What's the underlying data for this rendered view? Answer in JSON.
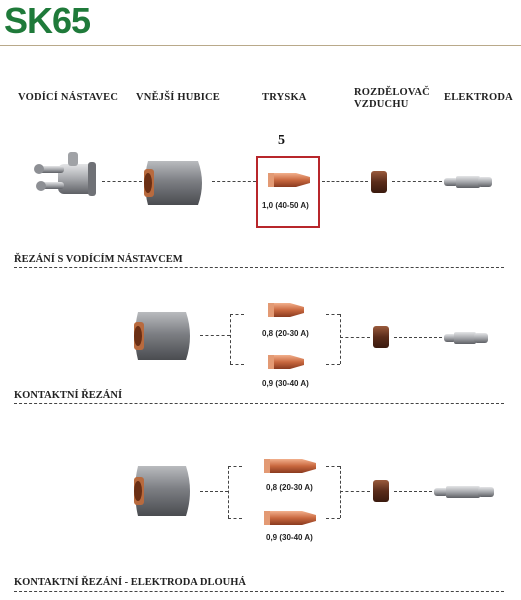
{
  "brand": "SK65",
  "headers": {
    "guide": "VODÍCÍ NÁSTAVEC",
    "outer_nozzle": "VNĚJŠÍ HUBICE",
    "nozzle": "TRYSKA",
    "distributor_line1": "ROZDĚLOVAČ",
    "distributor_line2": "VZDUCHU",
    "electrode": "ELEKTRODA"
  },
  "row1": {
    "number": "5",
    "nozzle_caption": "1,0 (40-50 A)"
  },
  "section1_title": "ŘEZÁNÍ S VODÍCÍM NÁSTAVCEM",
  "row2": {
    "nozzle_a": "0,8 (20-30 A)",
    "nozzle_b": "0,9 (30-40 A)"
  },
  "section2_title": "KONTAKTNÍ ŘEZÁNÍ",
  "row3": {
    "nozzle_a": "0,8 (20-30 A)",
    "nozzle_b": "0,9 (30-40 A)"
  },
  "section3_title": "KONTAKTNÍ ŘEZÁNÍ - ELEKTRODA DLOUHÁ",
  "colors": {
    "brand_green": "#1f7a3a",
    "highlight_red": "#b8262b",
    "copper": "#c9683f",
    "cap_grey": "#8c8e92"
  }
}
